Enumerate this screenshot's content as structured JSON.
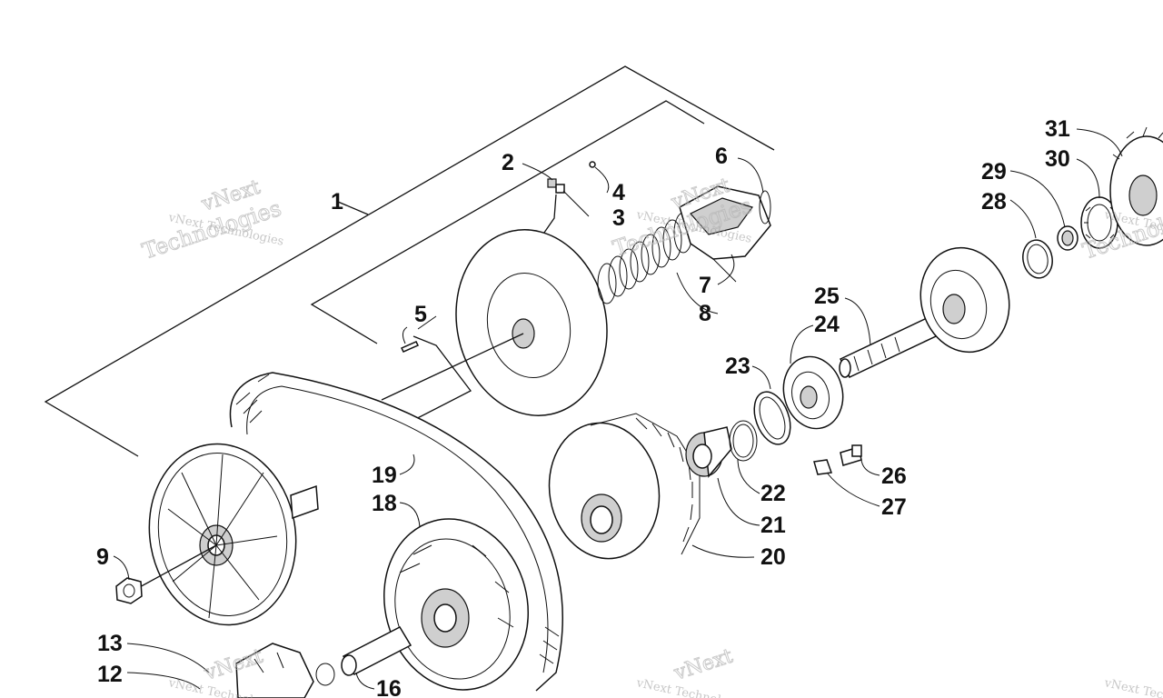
{
  "callouts": [
    "1",
    "2",
    "3",
    "4",
    "5",
    "6",
    "7",
    "8",
    "9",
    "12",
    "13",
    "16",
    "18",
    "19",
    "20",
    "21",
    "22",
    "23",
    "24",
    "25",
    "26",
    "27",
    "28",
    "29",
    "30",
    "31"
  ],
  "watermark": {
    "small": "vNext Technologies",
    "large_1": "vNext",
    "large_2": "Technologies"
  }
}
